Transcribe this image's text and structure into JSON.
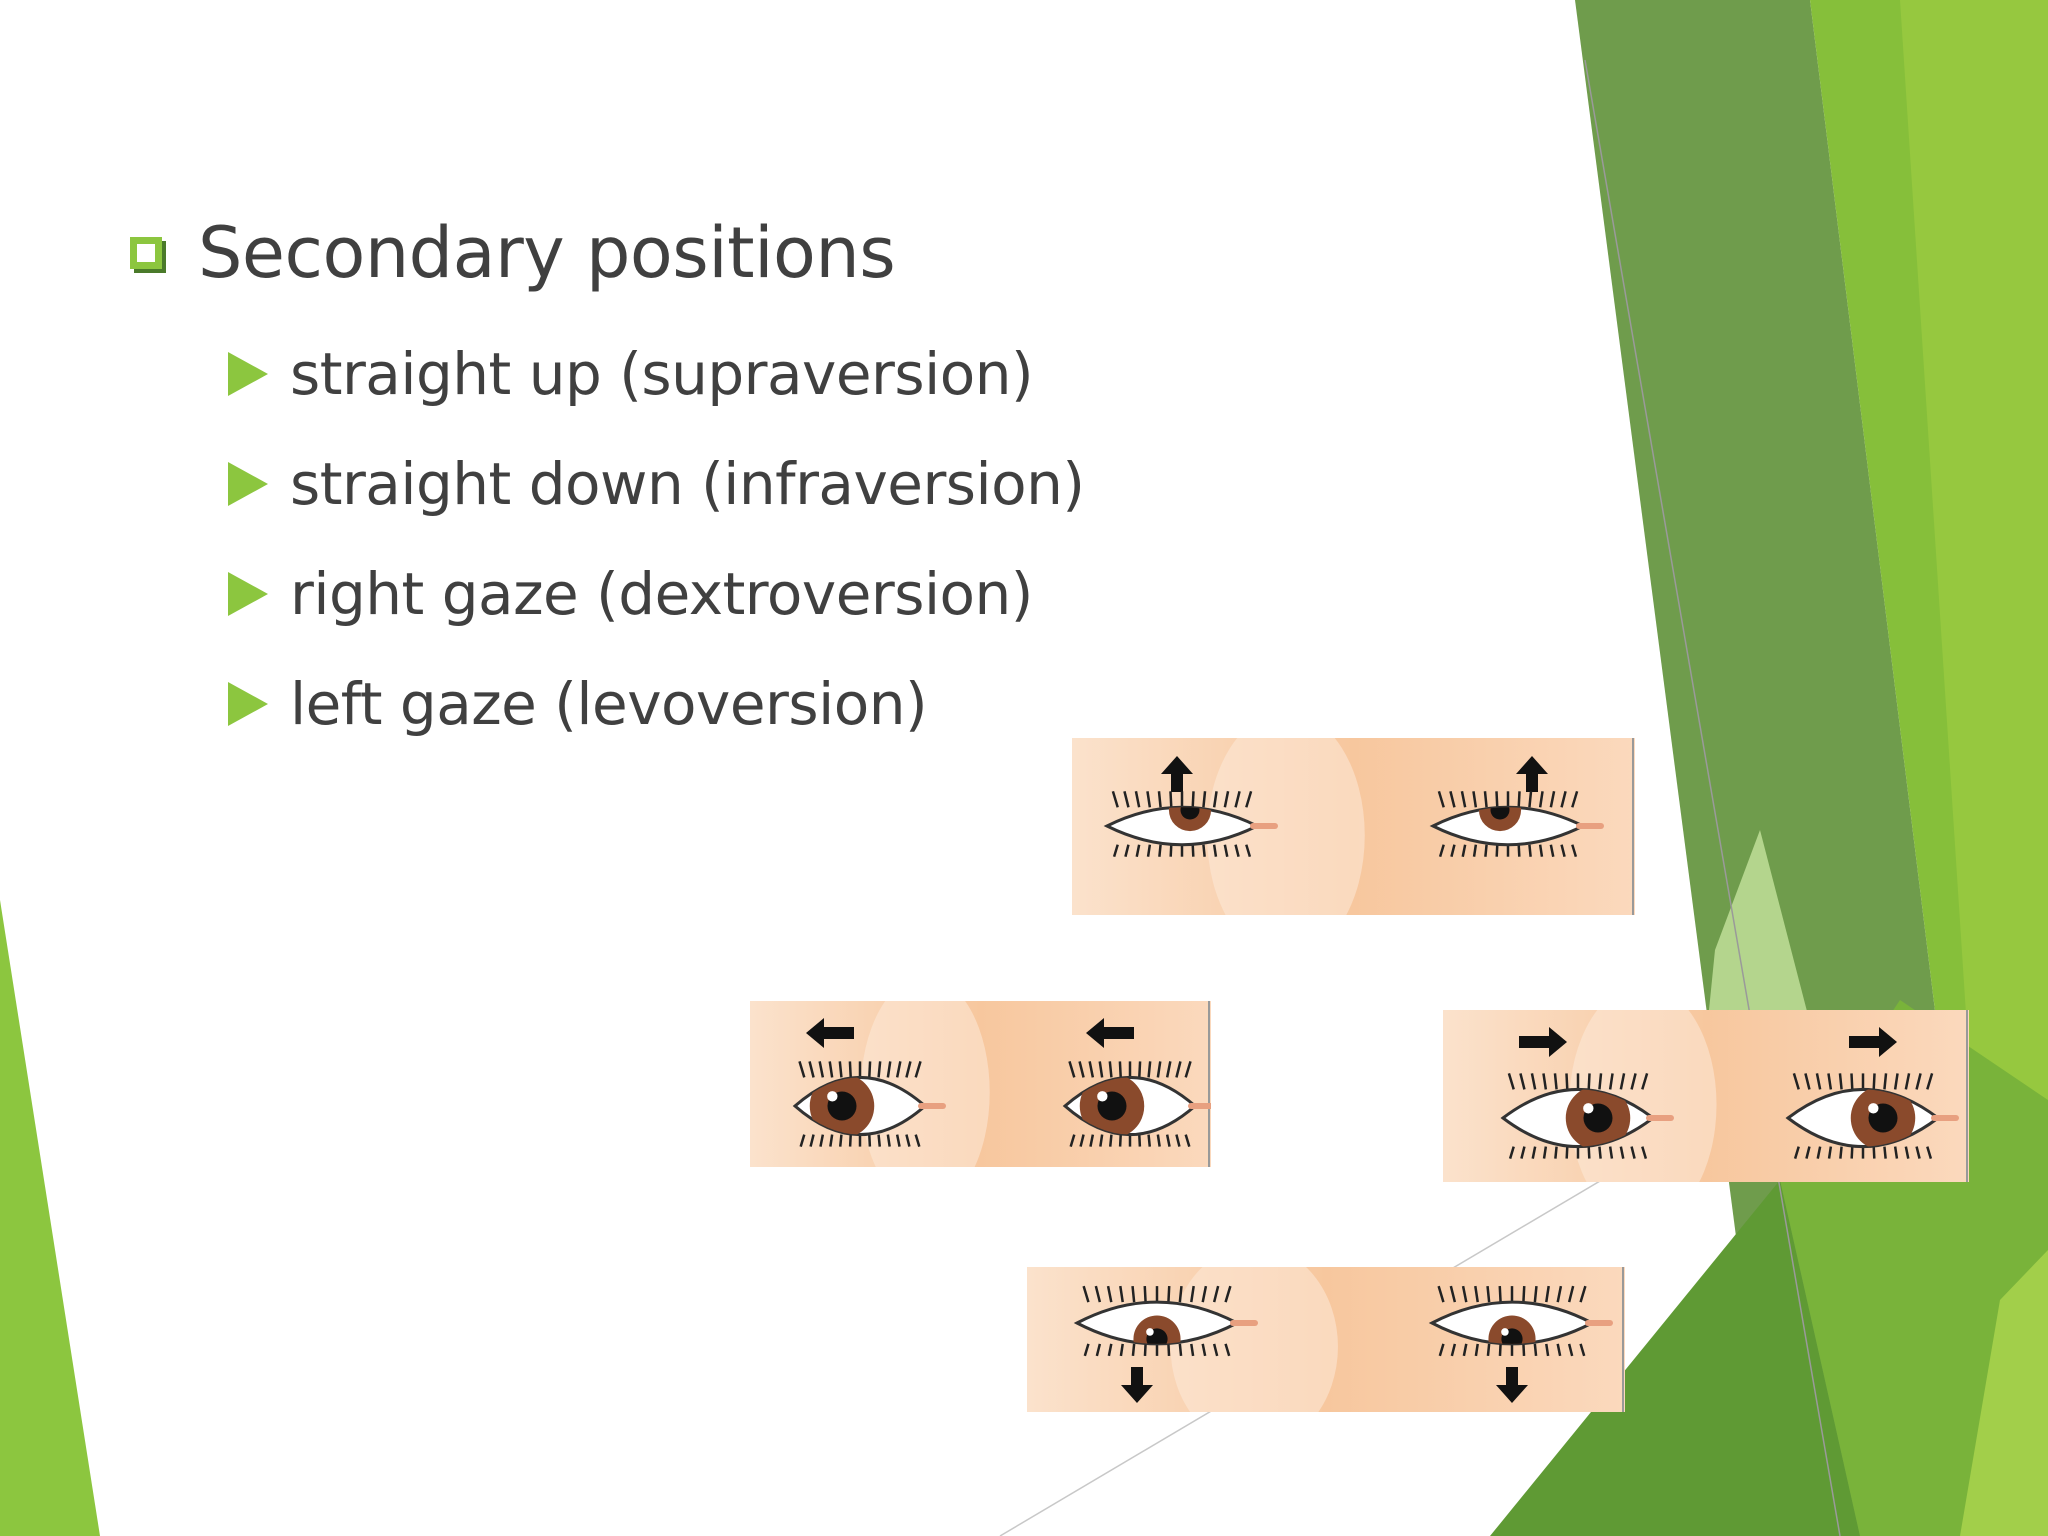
{
  "slide": {
    "heading": "Secondary positions",
    "bullets": [
      "straight up (supraversion)",
      "straight down (infraversion)",
      "right gaze (dextroversion)",
      "left gaze (levoversion)"
    ]
  },
  "colors": {
    "accent_green": "#8cc63f",
    "dark_green": "#6a9a4a",
    "text": "#404040",
    "skin": "#f7c79e",
    "iris": "#8a4a2c"
  },
  "panels": [
    {
      "name": "eyes-up-panel",
      "gaze": "up",
      "arrows": "up"
    },
    {
      "name": "eyes-left-panel",
      "gaze": "left",
      "arrows": "left"
    },
    {
      "name": "eyes-right-panel",
      "gaze": "right",
      "arrows": "right"
    },
    {
      "name": "eyes-down-panel",
      "gaze": "down",
      "arrows": "down"
    }
  ]
}
